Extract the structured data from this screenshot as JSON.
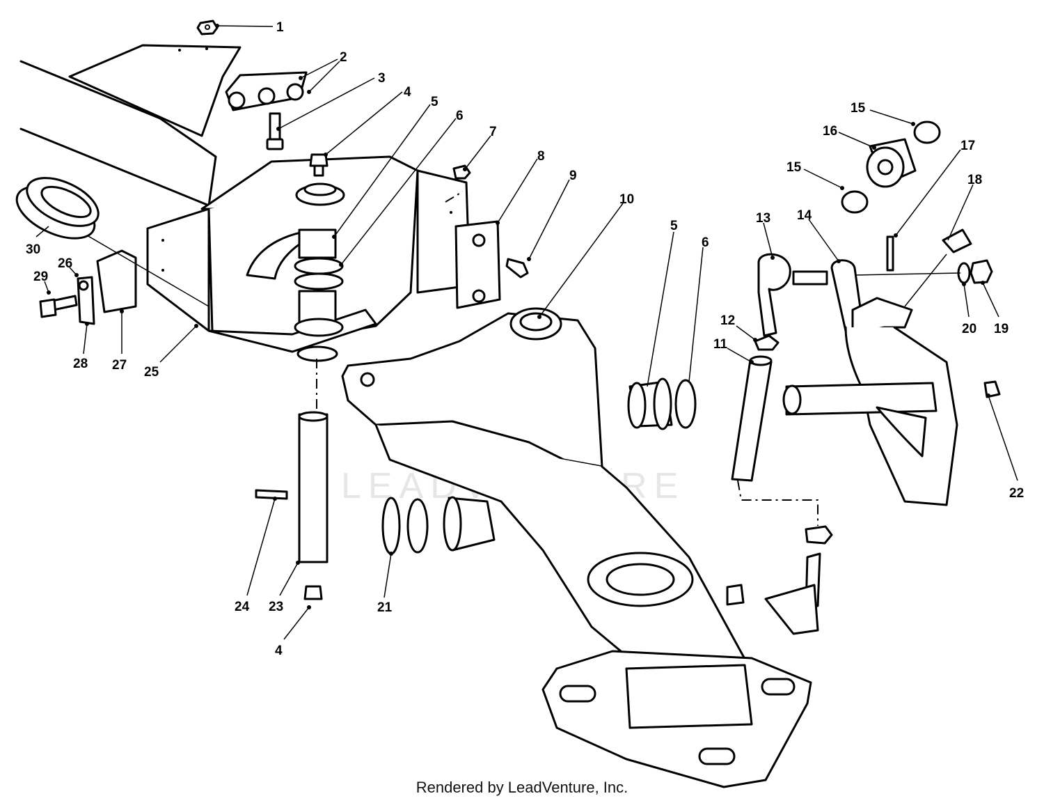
{
  "watermark": {
    "text": "LEADVENTURE"
  },
  "footer": {
    "text": "Rendered by LeadVenture, Inc."
  },
  "callouts": [
    {
      "label": "1"
    },
    {
      "label": "2"
    },
    {
      "label": "3"
    },
    {
      "label": "4"
    },
    {
      "label": "5"
    },
    {
      "label": "6"
    },
    {
      "label": "7"
    },
    {
      "label": "8"
    },
    {
      "label": "9"
    },
    {
      "label": "10"
    },
    {
      "label": "5"
    },
    {
      "label": "6"
    },
    {
      "label": "13"
    },
    {
      "label": "14"
    },
    {
      "label": "15"
    },
    {
      "label": "16"
    },
    {
      "label": "15"
    },
    {
      "label": "17"
    },
    {
      "label": "18"
    },
    {
      "label": "12"
    },
    {
      "label": "11"
    },
    {
      "label": "20"
    },
    {
      "label": "19"
    },
    {
      "label": "22"
    },
    {
      "label": "30"
    },
    {
      "label": "26"
    },
    {
      "label": "29"
    },
    {
      "label": "28"
    },
    {
      "label": "27"
    },
    {
      "label": "25"
    },
    {
      "label": "24"
    },
    {
      "label": "23"
    },
    {
      "label": "21"
    },
    {
      "label": "4"
    }
  ]
}
